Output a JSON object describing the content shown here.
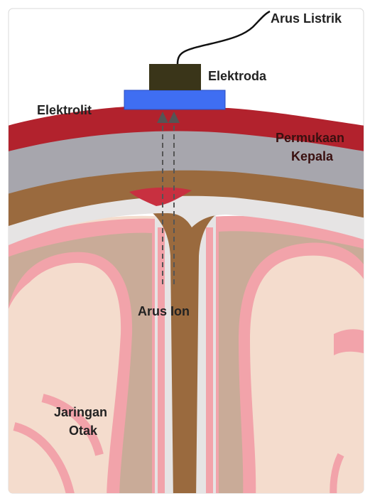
{
  "labels": {
    "electric_current": "Arus Listrik",
    "electrode": "Elektroda",
    "electrolyte": "Elektrolit",
    "scalp_line1": "Permukaan",
    "scalp_line2": "Kepala",
    "ion_current": "Arus Ion",
    "brain_line1": "Jaringan",
    "brain_line2": "Otak"
  },
  "colors": {
    "scalp": "#b2222d",
    "skull": "#a7a6ad",
    "dura": "#9a6a3e",
    "meninges_light": "#e6e4e4",
    "cortex_pink": "#f2a3aa",
    "cortex_tan": "#c9ab98",
    "white_matter": "#f4dccd",
    "electrode": "#3a3519",
    "electrolyte": "#3f6ef2",
    "arrow": "#555555"
  }
}
